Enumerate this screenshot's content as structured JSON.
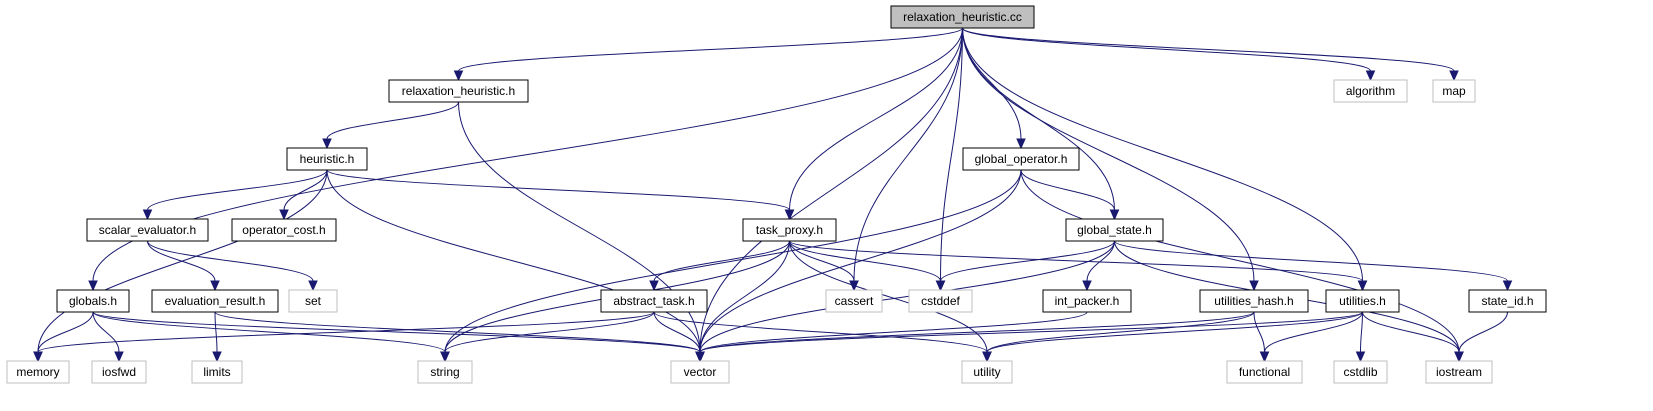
{
  "colors": {
    "edge": "#191970",
    "root_fill": "#bfbfbf",
    "local_border": "#000000",
    "system_border": "#bfbfbf",
    "fill": "#ffffff"
  },
  "nodes": [
    {
      "id": "relaxation_heuristic_cc",
      "label": "relaxation_heuristic.cc",
      "kind": "root"
    },
    {
      "id": "relaxation_heuristic_h",
      "label": "relaxation_heuristic.h",
      "kind": "local"
    },
    {
      "id": "heuristic_h",
      "label": "heuristic.h",
      "kind": "local"
    },
    {
      "id": "scalar_evaluator_h",
      "label": "scalar_evaluator.h",
      "kind": "local"
    },
    {
      "id": "operator_cost_h",
      "label": "operator_cost.h",
      "kind": "local"
    },
    {
      "id": "task_proxy_h",
      "label": "task_proxy.h",
      "kind": "local"
    },
    {
      "id": "global_operator_h",
      "label": "global_operator.h",
      "kind": "local"
    },
    {
      "id": "global_state_h",
      "label": "global_state.h",
      "kind": "local"
    },
    {
      "id": "globals_h",
      "label": "globals.h",
      "kind": "local"
    },
    {
      "id": "evaluation_result_h",
      "label": "evaluation_result.h",
      "kind": "local"
    },
    {
      "id": "abstract_task_h",
      "label": "abstract_task.h",
      "kind": "local"
    },
    {
      "id": "int_packer_h",
      "label": "int_packer.h",
      "kind": "local"
    },
    {
      "id": "utilities_hash_h",
      "label": "utilities_hash.h",
      "kind": "local"
    },
    {
      "id": "utilities_h",
      "label": "utilities.h",
      "kind": "local"
    },
    {
      "id": "state_id_h",
      "label": "state_id.h",
      "kind": "local"
    },
    {
      "id": "algorithm",
      "label": "algorithm",
      "kind": "system"
    },
    {
      "id": "map",
      "label": "map",
      "kind": "system"
    },
    {
      "id": "set",
      "label": "set",
      "kind": "system"
    },
    {
      "id": "cassert",
      "label": "cassert",
      "kind": "system"
    },
    {
      "id": "cstddef",
      "label": "cstddef",
      "kind": "system"
    },
    {
      "id": "memory",
      "label": "memory",
      "kind": "system"
    },
    {
      "id": "iosfwd",
      "label": "iosfwd",
      "kind": "system"
    },
    {
      "id": "limits",
      "label": "limits",
      "kind": "system"
    },
    {
      "id": "string",
      "label": "string",
      "kind": "system"
    },
    {
      "id": "vector",
      "label": "vector",
      "kind": "system"
    },
    {
      "id": "utility",
      "label": "utility",
      "kind": "system"
    },
    {
      "id": "functional",
      "label": "functional",
      "kind": "system"
    },
    {
      "id": "cstdlib",
      "label": "cstdlib",
      "kind": "system"
    },
    {
      "id": "iostream",
      "label": "iostream",
      "kind": "system"
    }
  ],
  "edges": [
    [
      "relaxation_heuristic_cc",
      "relaxation_heuristic_h"
    ],
    [
      "relaxation_heuristic_cc",
      "globals_h"
    ],
    [
      "relaxation_heuristic_cc",
      "vector"
    ],
    [
      "relaxation_heuristic_cc",
      "task_proxy_h"
    ],
    [
      "relaxation_heuristic_cc",
      "cassert"
    ],
    [
      "relaxation_heuristic_cc",
      "cstddef"
    ],
    [
      "relaxation_heuristic_cc",
      "global_operator_h"
    ],
    [
      "relaxation_heuristic_cc",
      "global_state_h"
    ],
    [
      "relaxation_heuristic_cc",
      "utilities_hash_h"
    ],
    [
      "relaxation_heuristic_cc",
      "utilities_h"
    ],
    [
      "relaxation_heuristic_cc",
      "algorithm"
    ],
    [
      "relaxation_heuristic_cc",
      "map"
    ],
    [
      "relaxation_heuristic_h",
      "heuristic_h"
    ],
    [
      "relaxation_heuristic_h",
      "vector"
    ],
    [
      "heuristic_h",
      "memory"
    ],
    [
      "heuristic_h",
      "scalar_evaluator_h"
    ],
    [
      "heuristic_h",
      "operator_cost_h"
    ],
    [
      "heuristic_h",
      "vector"
    ],
    [
      "heuristic_h",
      "task_proxy_h"
    ],
    [
      "scalar_evaluator_h",
      "evaluation_result_h"
    ],
    [
      "scalar_evaluator_h",
      "set"
    ],
    [
      "evaluation_result_h",
      "limits"
    ],
    [
      "evaluation_result_h",
      "vector"
    ],
    [
      "globals_h",
      "memory"
    ],
    [
      "globals_h",
      "iosfwd"
    ],
    [
      "globals_h",
      "string"
    ],
    [
      "globals_h",
      "vector"
    ],
    [
      "task_proxy_h",
      "abstract_task_h"
    ],
    [
      "task_proxy_h",
      "string"
    ],
    [
      "task_proxy_h",
      "vector"
    ],
    [
      "task_proxy_h",
      "utility"
    ],
    [
      "task_proxy_h",
      "cassert"
    ],
    [
      "task_proxy_h",
      "cstddef"
    ],
    [
      "task_proxy_h",
      "utilities_h"
    ],
    [
      "abstract_task_h",
      "memory"
    ],
    [
      "abstract_task_h",
      "string"
    ],
    [
      "abstract_task_h",
      "vector"
    ],
    [
      "abstract_task_h",
      "utility"
    ],
    [
      "global_operator_h",
      "string"
    ],
    [
      "global_operator_h",
      "vector"
    ],
    [
      "global_operator_h",
      "global_state_h"
    ],
    [
      "global_operator_h",
      "iostream"
    ],
    [
      "global_state_h",
      "cstddef"
    ],
    [
      "global_state_h",
      "int_packer_h"
    ],
    [
      "global_state_h",
      "vector"
    ],
    [
      "global_state_h",
      "state_id_h"
    ],
    [
      "global_state_h",
      "iostream"
    ],
    [
      "int_packer_h",
      "vector"
    ],
    [
      "utilities_hash_h",
      "functional"
    ],
    [
      "utilities_hash_h",
      "utility"
    ],
    [
      "utilities_hash_h",
      "vector"
    ],
    [
      "utilities_h",
      "vector"
    ],
    [
      "utilities_h",
      "utility"
    ],
    [
      "utilities_h",
      "functional"
    ],
    [
      "utilities_h",
      "cstdlib"
    ],
    [
      "utilities_h",
      "iostream"
    ],
    [
      "state_id_h",
      "iostream"
    ]
  ]
}
